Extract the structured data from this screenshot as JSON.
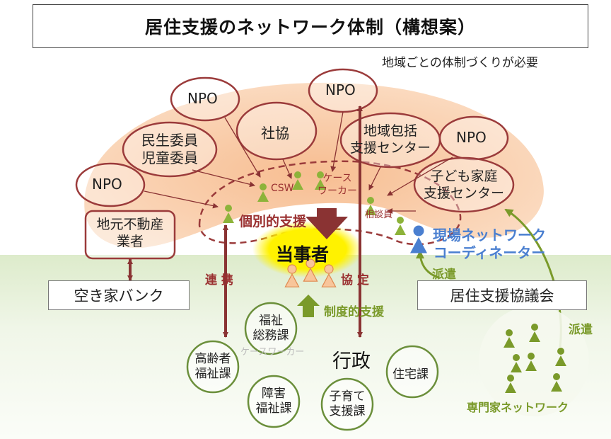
{
  "title": "居住支援のネットワーク体制（構想案）",
  "note": "地域ごとの体制づくりが必要",
  "organizations": {
    "npo_top_left": "NPO",
    "npo_top_center": "NPO",
    "npo_left": "NPO",
    "npo_right": "NPO",
    "shakyo": "社協",
    "minsei_line1": "民生委員",
    "minsei_line2": "児童委員",
    "chiiki_line1": "地域包括",
    "chiiki_line2": "支援センター",
    "kodomo_line1": "子ども家庭",
    "kodomo_line2": "支援センター",
    "fudosan_line1": "地元不動産",
    "fudosan_line2": "業者"
  },
  "roles": {
    "csw": "CSW",
    "case_worker_line1": "ケース",
    "case_worker_line2": "ワーカー",
    "soudanin": "相談員",
    "individual_support": "個別的支援",
    "tojisha": "当事者",
    "coordinator_line1": "現場ネットワーク",
    "coordinator_line2": "コーディネーター",
    "dispatch_left": "派遣",
    "dispatch_right": "派遣",
    "renkei": "連 携",
    "kyotei": "協 定",
    "seidoteki": "制度的支援",
    "expert_network": "専門家ネットワーク",
    "case_worker_small": "ケースワーカー"
  },
  "boxes": {
    "akiya_bank": "空き家バンク",
    "kyogikai": "居住支援協議会"
  },
  "government": {
    "gyosei": "行政",
    "fukushi_somu_line1": "福祉",
    "fukushi_somu_line2": "総務課",
    "koreisha_line1": "高齢者",
    "koreisha_line2": "福祉課",
    "shogai_line1": "障害",
    "shogai_line2": "福祉課",
    "kosodate_line1": "子育て",
    "kosodate_line2": "支援課",
    "jutaku": "住宅課"
  },
  "colors": {
    "cloud": "#f8c7a0",
    "bubble_stroke": "#9b3b3b",
    "arrow_maroon": "#8a3333",
    "text_maroon": "#9a3030",
    "olive": "#7a9a2a",
    "blue": "#4a7fd0",
    "yellow": "#fff200",
    "gov_circle": "#6b8f3b"
  }
}
